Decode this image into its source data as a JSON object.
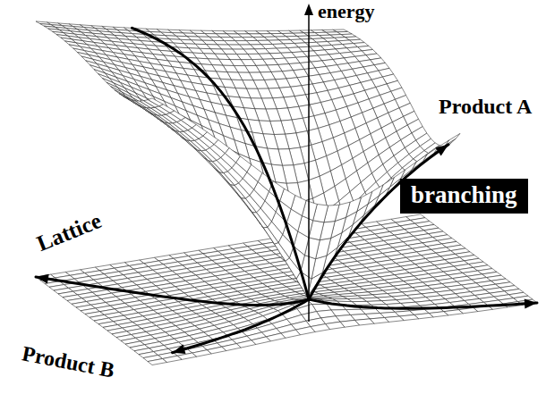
{
  "diagram": {
    "nodes": [
      {
        "text": [
          "branching"
        ]
      }
    ],
    "labels": [
      "energy",
      "Product A",
      "Lattice",
      "Product B"
    ]
  }
}
